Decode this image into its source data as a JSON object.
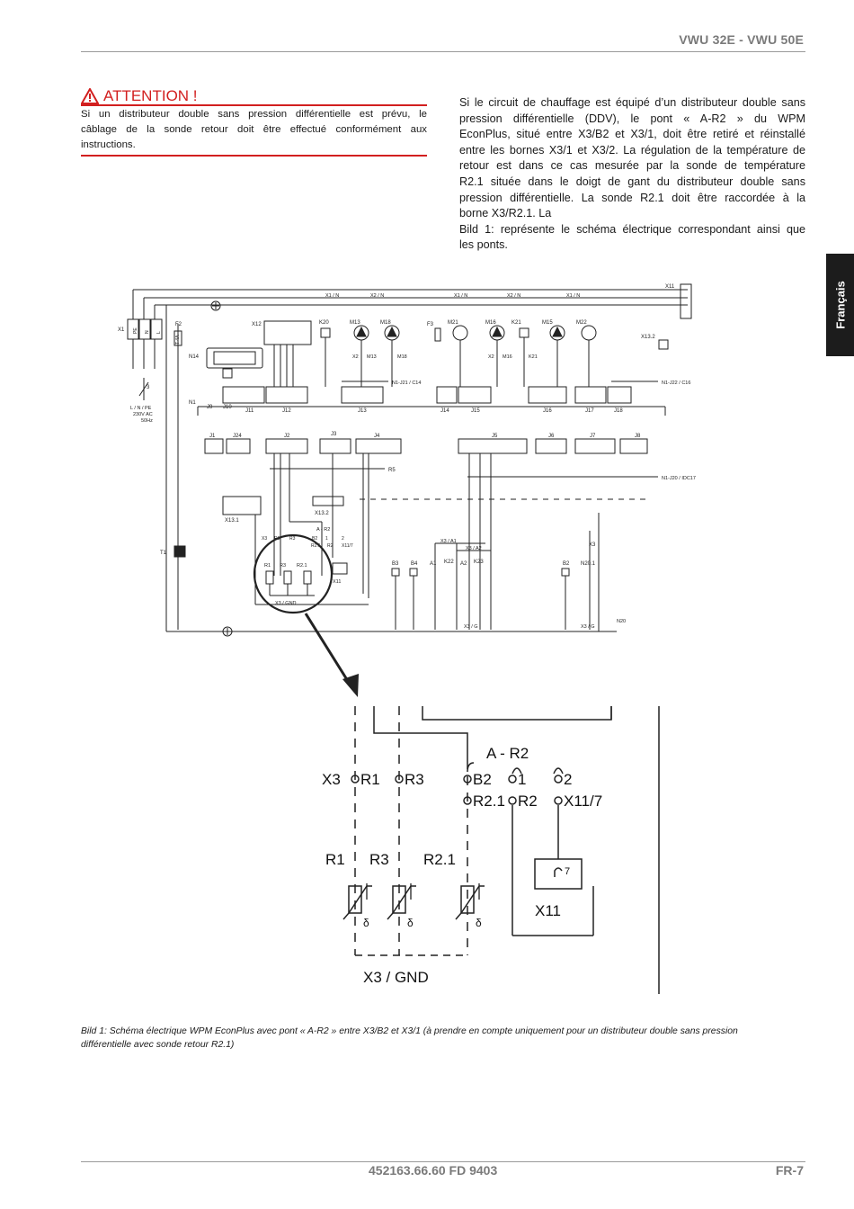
{
  "header": {
    "title": "VWU 32E - VWU 50E"
  },
  "side_tab": {
    "label": "Français"
  },
  "attention": {
    "title": "ATTENTION !",
    "lines": [
      "Si un distributeur double sans pression différentielle est prévu, le",
      "câblage de la sonde retour doit être effectué conformément aux",
      "instructions."
    ]
  },
  "body": {
    "lines": [
      "Si le circuit de chauffage est équipé d’un distributeur double sans",
      "pression différentielle (DDV), le pont « A-R2 » du WPM",
      "EconPlus, situé entre X3/B2 et X3/1, doit être retiré et réinstallé",
      "entre les bornes X3/1 et X3/2. La régulation de la température de",
      "retour est dans ce cas mesurée par la sonde de température",
      "R2.1 située dans le doigt de gant du distributeur double sans",
      "pression différentielle. La sonde R2.1 doit être raccordée à la",
      "borne X3/R2.1. La",
      "Bild 1: représente le schéma électrique correspondant ainsi que",
      "les ponts."
    ]
  },
  "schematic": {
    "labels": {
      "x1": "X1",
      "pe": "PE",
      "n": "N",
      "l": "L",
      "f2": "F2",
      "t4a": "T 4A",
      "f3": "F3",
      "x12": "X12",
      "k20": "K20",
      "m13": "M13",
      "m18": "M18",
      "m21": "M21",
      "m16": "M16",
      "k21": "K21",
      "m15": "M15",
      "m22": "M22",
      "x11": "X11",
      "x13_2": "X13.2",
      "n14": "N14",
      "n1": "N1",
      "j9": "J9",
      "j10": "J10",
      "j11": "J11",
      "j12": "J12",
      "j13": "J13",
      "j14": "J14",
      "j15": "J15",
      "j16": "J16",
      "j17": "J17",
      "j18": "J18",
      "j1": "J1",
      "j24": "J24",
      "j2": "J2",
      "j3": "J3",
      "j4": "J4",
      "j5": "J5",
      "j6": "J6",
      "j7": "J7",
      "j8": "J8",
      "r5": "R5",
      "x13_1": "X13.1",
      "t1": "T1",
      "lnpe": "L / N / PE",
      "v230": "230V AC",
      "hz": "50Hz",
      "x1n_a": "X1 / N",
      "x2n_a": "X2 / N",
      "x1n_b": "X1 / N",
      "x2n_b": "X2 / N",
      "x1n_c": "X1 / N",
      "n1j21": "N1-J21 / C14",
      "n1j22": "N1-J22 / C16",
      "n1j20": "N1-J20 / IDC17",
      "x2m13": "X2",
      "m13b": "M13",
      "m18b": "M18",
      "x2m16": "X2",
      "m16b": "M16",
      "k21b": "K21",
      "ar2": "A - R2",
      "x3": "X3",
      "r1": "R1",
      "r3": "R3",
      "b2": "B2",
      "one": "1",
      "two": "2",
      "r21": "R2.1",
      "r2": "R2",
      "x117": "X11/7",
      "x3gnd": "X3 / GND",
      "x11b": "X11",
      "x3a1": "X3 / A1",
      "x3a2": "X3 / A2",
      "b3": "B3",
      "b4": "B4",
      "a1": "A1",
      "k22": "K22",
      "a2": "A2",
      "k23": "K23",
      "n201": "N20.1",
      "x3g_a": "X3 / G",
      "x3g_b": "X3 / G",
      "n20": "N20",
      "three": "3",
      "seven": "7",
      "delta": "δ"
    }
  },
  "caption": {
    "lines": [
      "Bild 1: Schéma électrique WPM EconPlus avec pont « A-R2 » entre X3/B2 et X3/1 (à prendre en compte uniquement pour un distributeur double sans pression",
      "différentielle avec sonde retour R2.1)"
    ]
  },
  "footer": {
    "code": "452163.66.60 FD 9403",
    "page": "FR-7"
  },
  "colors": {
    "accent": "#d21f1f",
    "header_gray": "#7a7a7a",
    "tab_bg": "#1c1c1c"
  }
}
